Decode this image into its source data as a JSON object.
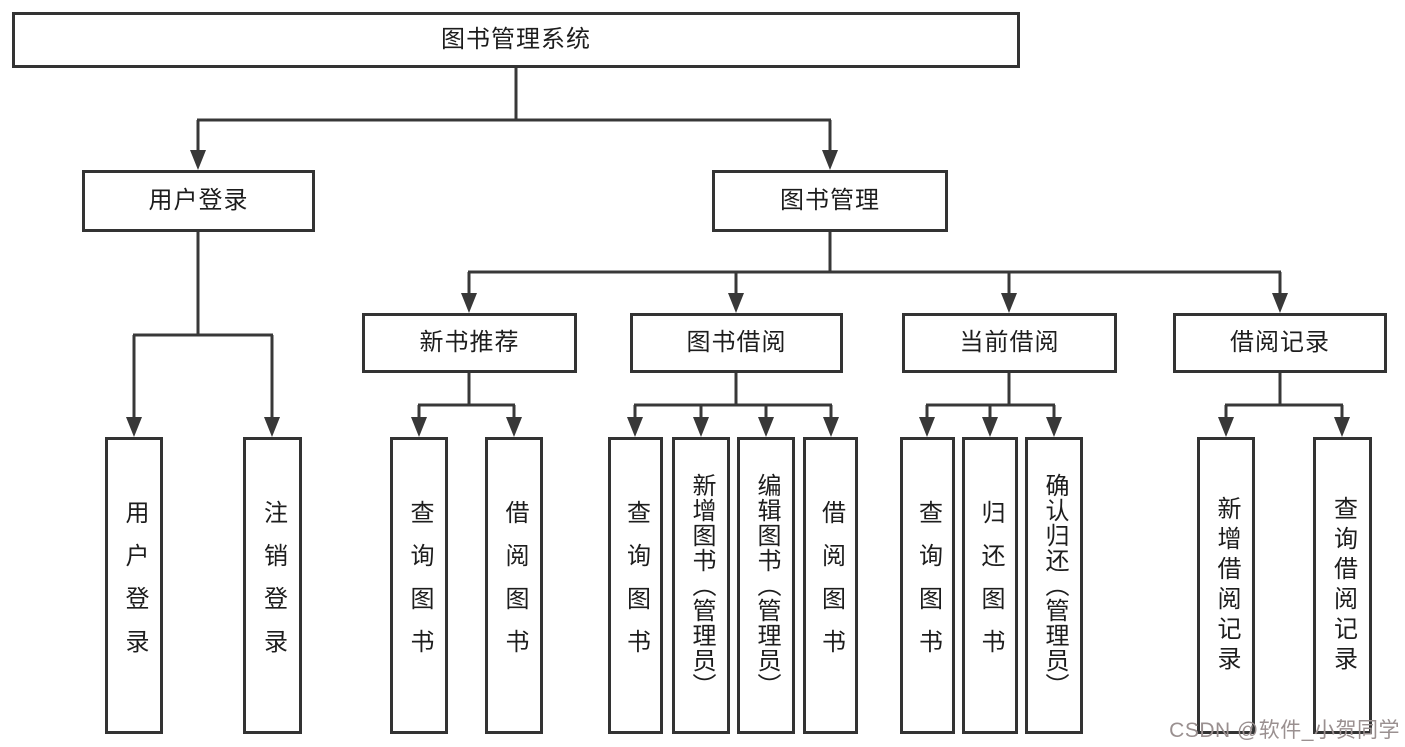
{
  "colors": {
    "line": "#383838",
    "box_border": "#333333",
    "text": "#1d1d1d",
    "watermark": "#9a9090",
    "background": "#ffffff"
  },
  "tree": {
    "root": {
      "label": "图书管理系统",
      "children": [
        {
          "label": "用户登录",
          "children": [
            {
              "label": "用户登录"
            },
            {
              "label": "注销登录"
            }
          ]
        },
        {
          "label": "图书管理",
          "children": [
            {
              "label": "新书推荐",
              "children": [
                {
                  "label": "查询图书"
                },
                {
                  "label": "借阅图书"
                }
              ]
            },
            {
              "label": "图书借阅",
              "children": [
                {
                  "label": "查询图书"
                },
                {
                  "label": "新增图书（管理员）"
                },
                {
                  "label": "编辑图书（管理员）"
                },
                {
                  "label": "借阅图书"
                }
              ]
            },
            {
              "label": "当前借阅",
              "children": [
                {
                  "label": "查询图书"
                },
                {
                  "label": "归还图书"
                },
                {
                  "label": "确认归还（管理员）"
                }
              ]
            },
            {
              "label": "借阅记录",
              "children": [
                {
                  "label": "新增借阅记录"
                },
                {
                  "label": "查询借阅记录"
                }
              ]
            }
          ]
        }
      ]
    }
  },
  "watermark": {
    "text": "CSDN @软件_小贺同学"
  }
}
